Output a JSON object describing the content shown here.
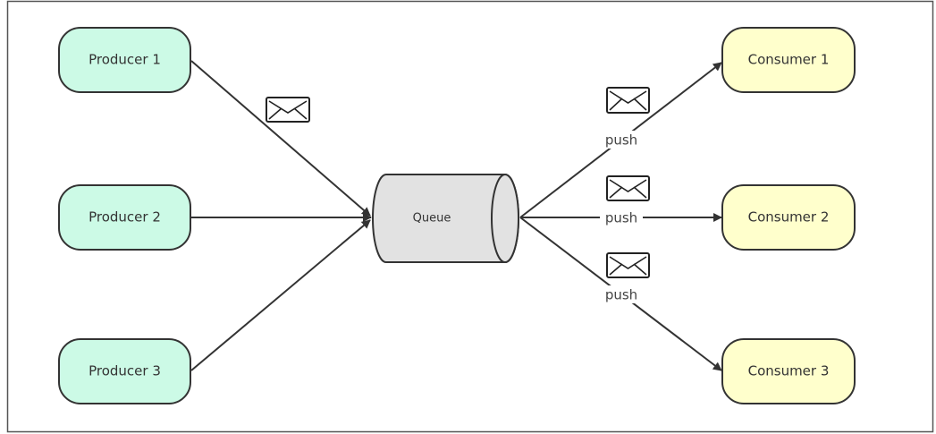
{
  "diagram": {
    "producers": [
      {
        "label": "Producer 1"
      },
      {
        "label": "Producer 2"
      },
      {
        "label": "Producer 3"
      }
    ],
    "queue": {
      "label": "Queue"
    },
    "consumers": [
      {
        "label": "Consumer 1"
      },
      {
        "label": "Consumer 2"
      },
      {
        "label": "Consumer 3"
      }
    ],
    "edge_labels": {
      "consumer_1": "push",
      "consumer_2": "push",
      "consumer_3": "push"
    },
    "message_icon": "envelope-icon",
    "colors": {
      "producer_fill": "#ccfae6",
      "consumer_fill": "#ffffcc",
      "queue_fill": "#e2e2e2",
      "stroke": "#333333",
      "frame": "#555555"
    }
  }
}
